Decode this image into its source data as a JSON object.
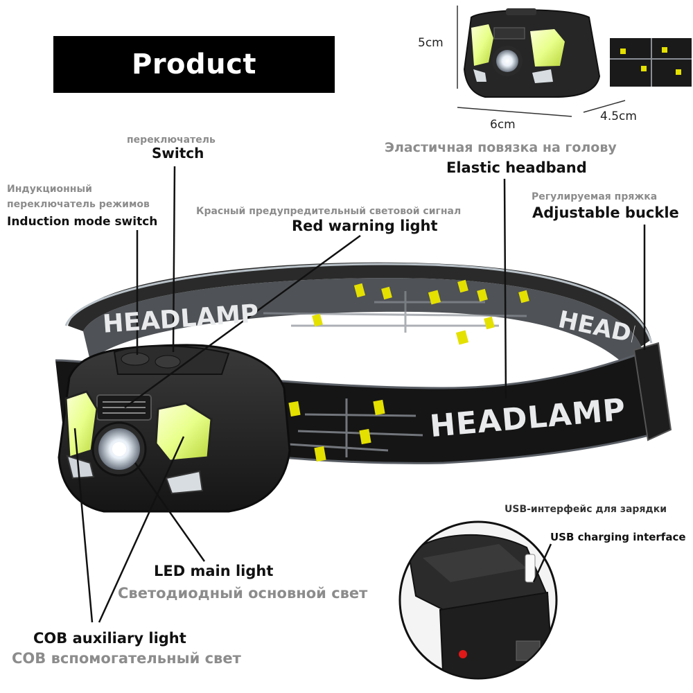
{
  "title": "Product Structure",
  "dimensions": {
    "height": "5cm",
    "width": "6cm",
    "depth": "4.5cm"
  },
  "band_text": "HEADLAMP",
  "labels": {
    "switch": {
      "ru": "переключатель",
      "en": "Switch"
    },
    "induction": {
      "ru_line1": "Индукционный",
      "ru_line2": "переключатель режимов",
      "en": "Induction mode switch"
    },
    "red_warning": {
      "ru": "Красный предупредительный световой сигнал",
      "en": "Red warning light"
    },
    "headband": {
      "ru": "Эластичная повязка на голову",
      "en": "Elastic headband"
    },
    "buckle": {
      "ru": "Регулируемая пряжка",
      "en": "Adjustable buckle"
    },
    "usb": {
      "ru": "USB-интерфейс для зарядки",
      "en": "USB charging interface"
    },
    "led_main": {
      "en": "LED main light",
      "ru": "Светодиодный основной свет"
    },
    "cob": {
      "en": "COB auxiliary light",
      "ru": "COB вспомогательный свет"
    }
  },
  "colors": {
    "band": "#1a1a1a",
    "accent": "#e4e000",
    "lamp_body": "#232323",
    "led_white": "#f4f9ff",
    "cob_glow": "#e8ff8a",
    "red_led": "#e01818"
  }
}
